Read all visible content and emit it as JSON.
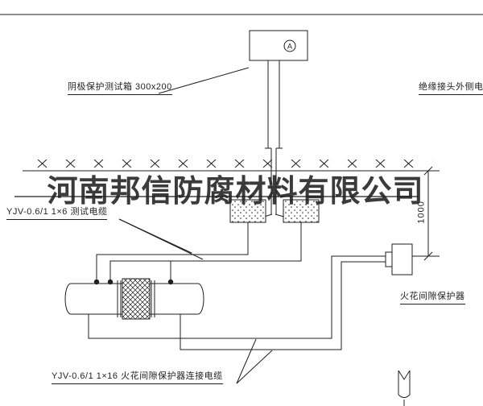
{
  "colors": {
    "ink": "#1f1f1f",
    "background": "#ffffff",
    "watermark": "rgba(32,32,32,0.88)"
  },
  "watermark": {
    "text": "河南邦信防腐材料有限公司"
  },
  "annotations": {
    "test_box_label": "阴极保护测试箱 300x200",
    "insulated_joint_cable_label": "绝缘接头外侧电缆",
    "test_cable_label": "YJV-0.6/1 1×6  测试电缆",
    "spark_gap_label": "火花间隙保护器",
    "spark_cable_label": "YJV-0.6/1 1×16  火花间隙保护器连接电缆",
    "dimension_1000": "1000",
    "ammeter_letter": "A"
  }
}
